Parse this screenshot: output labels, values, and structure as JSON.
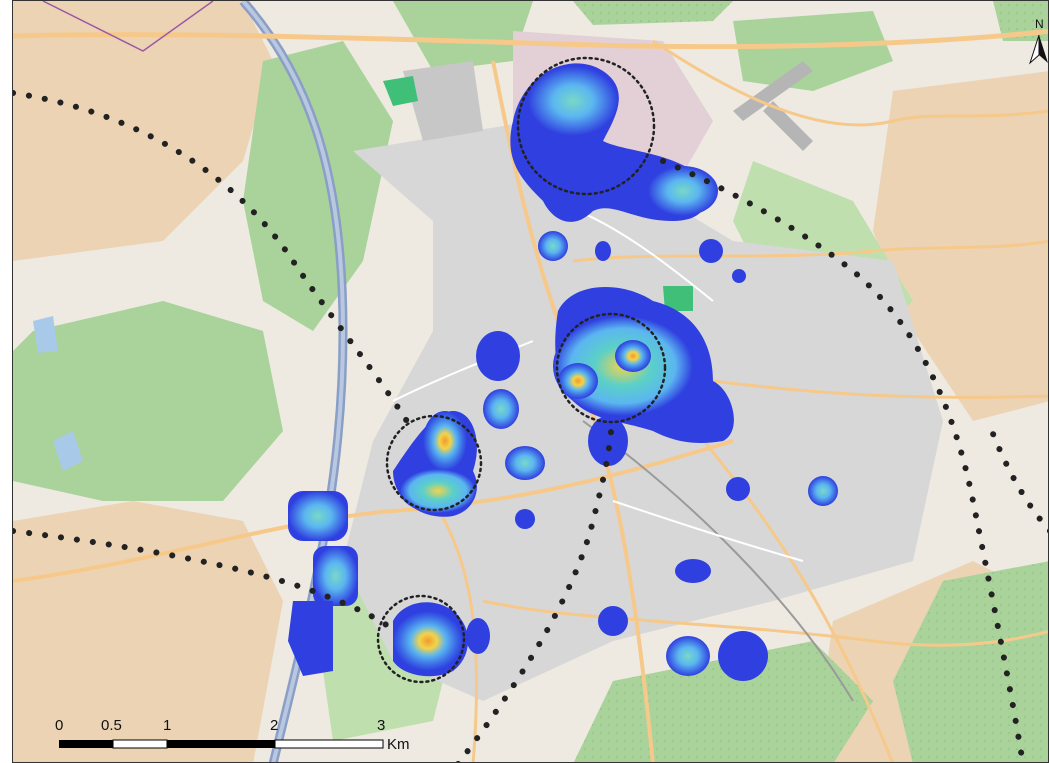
{
  "scale_bar": {
    "labels": [
      "0",
      "0.5",
      "1",
      "2",
      "3"
    ],
    "unit": "Km"
  },
  "north_arrow": {
    "label": "N"
  },
  "colors": {
    "land": "#eeeae2",
    "forest": "#a9d39a",
    "field": "#ecd3b4",
    "residential": "#d7d7d7",
    "road": "#f6c98b",
    "motorway": "#8a9fc6",
    "heat_low": "#2f3fe0",
    "heat_mid": "#5bb6f0",
    "heat_high": "#f2d34a",
    "heat_peak": "#f29a2c",
    "route_dots": "#222222"
  }
}
